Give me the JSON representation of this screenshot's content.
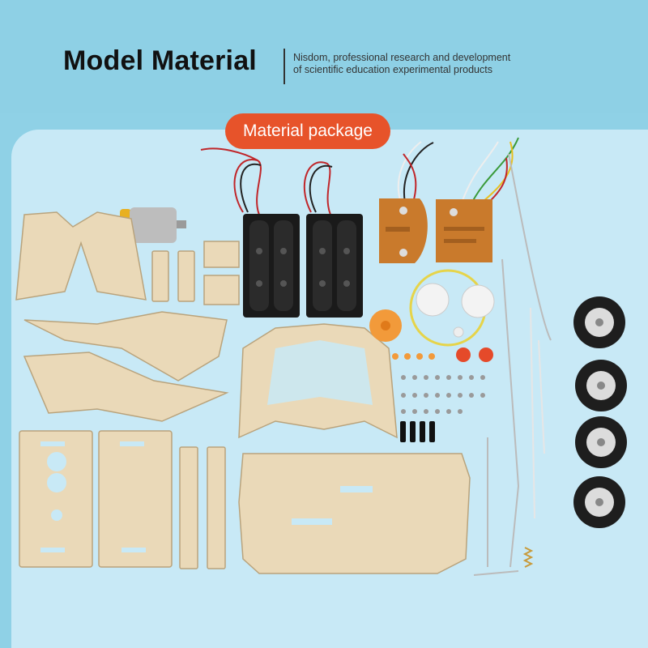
{
  "header": {
    "title": "Model Material",
    "tagline_line1": "Nisdom, professional research and development",
    "tagline_line2": "of scientific education experimental products"
  },
  "badge": {
    "label": "Material package"
  },
  "colors": {
    "background": "#8fd1e6",
    "panel": "#c8e9f6",
    "badge": "#e7532a",
    "wood": "#ead9b8",
    "wood_edge": "#b9a37c",
    "battery_box": "#1a1a1a",
    "pcb": "#c97a2c",
    "gear_orange": "#f29a3a",
    "tire": "#1e1e1e"
  },
  "parts": {
    "battery_boxes": 2,
    "circuit_boards": 2,
    "wheels": 4,
    "motor": 1
  }
}
